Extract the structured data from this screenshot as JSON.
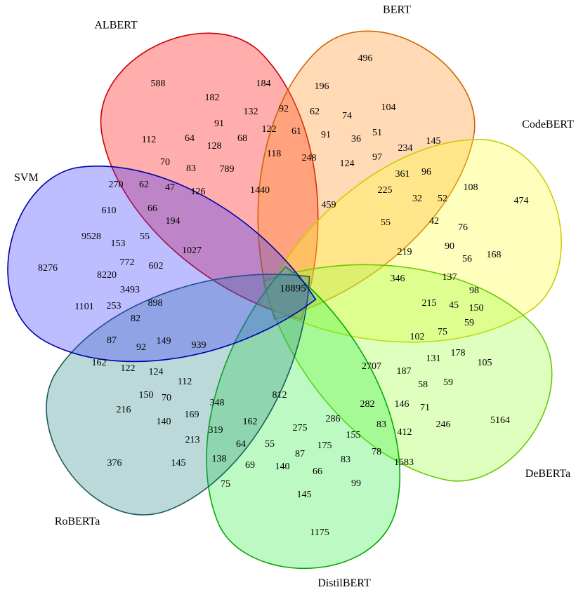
{
  "diagram": {
    "type": "venn-7-sets",
    "sets": [
      {
        "id": "albert",
        "label": "ALBERT",
        "color": "#ff0000"
      },
      {
        "id": "bert",
        "label": "BERT",
        "color": "#ff8c1a"
      },
      {
        "id": "codebert",
        "label": "CodeBERT",
        "color": "#ffff33"
      },
      {
        "id": "deberta",
        "label": "DeBERTa",
        "color": "#99ff33"
      },
      {
        "id": "distilbert",
        "label": "DistilBERT",
        "color": "#33ee44"
      },
      {
        "id": "roberta",
        "label": "RoBERTa",
        "color": "#2a8a8a"
      },
      {
        "id": "svm",
        "label": "SVM",
        "color": "#3333ff"
      }
    ],
    "counts": [
      "588",
      "184",
      "196",
      "496",
      "182",
      "132",
      "92",
      "62",
      "74",
      "104",
      "112",
      "91",
      "122",
      "61",
      "91",
      "51",
      "64",
      "128",
      "68",
      "118",
      "248",
      "36",
      "97",
      "234",
      "145",
      "70",
      "83",
      "789",
      "124",
      "361",
      "96",
      "108",
      "474",
      "270",
      "62",
      "47",
      "126",
      "1440",
      "459",
      "225",
      "32",
      "52",
      "610",
      "66",
      "194",
      "55",
      "42",
      "76",
      "9528",
      "55",
      "219",
      "90",
      "56",
      "168",
      "153",
      "1027",
      "8276",
      "772",
      "602",
      "18895",
      "346",
      "137",
      "8220",
      "98",
      "3493",
      "898",
      "215",
      "45",
      "150",
      "1101",
      "253",
      "82",
      "59",
      "87",
      "149",
      "939",
      "102",
      "75",
      "92",
      "178",
      "131",
      "105",
      "162",
      "122",
      "124",
      "2707",
      "187",
      "112",
      "150",
      "70",
      "58",
      "59",
      "216",
      "348",
      "812",
      "5164",
      "169",
      "146",
      "71",
      "282",
      "286",
      "140",
      "162",
      "275",
      "83",
      "412",
      "246",
      "319",
      "213",
      "155",
      "376",
      "64",
      "55",
      "175",
      "138",
      "145",
      "69",
      "87",
      "83",
      "78",
      "1583",
      "140",
      "66",
      "75",
      "99",
      "145",
      "1175"
    ],
    "center_count": "18895"
  }
}
